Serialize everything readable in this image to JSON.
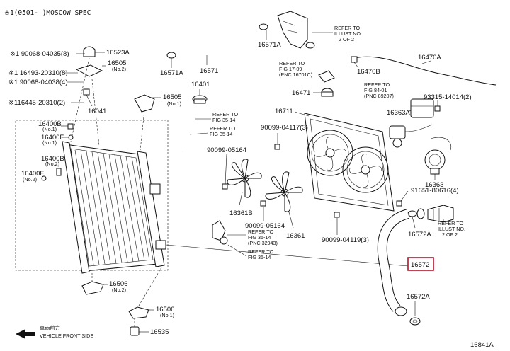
{
  "header_note": "※1(0501-    )MOSCOW SPEC",
  "figure_id": "16841A",
  "direction_label_jp": "車両前方",
  "direction_label_en": "VEHICLE FRONT SIDE",
  "highlighted_part": "16572",
  "labels": {
    "p16523A": "16523A",
    "p16505a": "16505",
    "p16505a_sub": "(No.2)",
    "p16505b": "16505",
    "p16505b_sub": "(No.1)",
    "p16041": "16041",
    "p16571A_top": "16571A",
    "p16571A_mid": "16571A",
    "p16571": "16571",
    "p16401": "16401",
    "p16400B_top": "16400B",
    "p16400B_top_sub": "(No.1)",
    "p16400F_top": "16400F",
    "p16400F_top_sub": "(No.1)",
    "p16400B_mid": "16400B",
    "p16400B_mid_sub": "(No.2)",
    "p16400F_mid": "16400F",
    "p16400F_mid_sub": "(No.2)",
    "p16470A": "16470A",
    "p16470B": "16470B",
    "p16471": "16471",
    "p16711": "16711",
    "p16363A": "16363A",
    "p16363": "16363",
    "p16361": "16361",
    "p16361B": "16361B",
    "p16572A_a": "16572A",
    "p16572A_b": "16572A",
    "p16572": "16572",
    "p16506a": "16506",
    "p16506a_sub": "(No.2)",
    "p16506b": "16506",
    "p16506b_sub": "(No.1)",
    "p16535": "16535",
    "b90068_04035": "※1 90068-04035(8)",
    "b116493": "※1 16493-20310(8)",
    "b190068_04038": "※1 90068-04038(4)",
    "b116445": "※116445-20310(2)",
    "b90099_04117": "90099-04117(3)",
    "b90099_05164a": "90099-05164",
    "b90099_05164b": "90099-05164",
    "b90099_04119": "90099-04119(3)",
    "b91651_80616": "91651-80616(4)",
    "b93315_14014": "93315-14014(2)"
  },
  "refs": {
    "r35_14_a": [
      "REFER TO",
      "FIG 35-14"
    ],
    "r35_14_b": [
      "REFER TO",
      "FIG 35-14"
    ],
    "r35_14_c": [
      "REFER TO",
      "FIG 35-14"
    ],
    "r35_14_d": [
      "REFER TO",
      "FIG 35-14"
    ],
    "r_illus_top": [
      "REFER TO",
      "ILLUST NO.",
      "2 OF 2"
    ],
    "r_illus_right": [
      "REFER TO",
      "ILLUST NO.",
      "2 OF 2"
    ],
    "r17_09": [
      "REFER TO",
      "FIG 17-09",
      "(PNC 16701C)"
    ],
    "r84_01": [
      "REFER TO",
      "FIG 84-01",
      "(PNC 89207)"
    ],
    "pnc32943": "(PNC 32943)"
  }
}
